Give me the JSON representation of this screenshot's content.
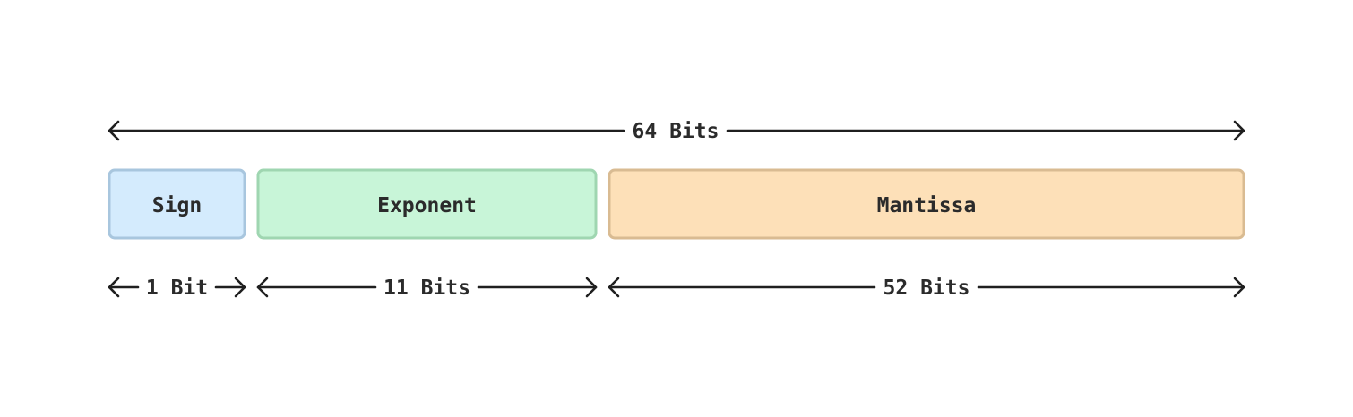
{
  "diagram": {
    "total_label": "64 Bits",
    "fields": [
      {
        "name": "Sign",
        "bits_label": "1 Bit",
        "fill": "#d4ebfd",
        "stroke": "#a8c6de"
      },
      {
        "name": "Exponent",
        "bits_label": "11 Bits",
        "fill": "#c8f5d8",
        "stroke": "#9fd6b1"
      },
      {
        "name": "Mantissa",
        "bits_label": "52 Bits",
        "fill": "#fde0b8",
        "stroke": "#d9bb92"
      }
    ]
  }
}
